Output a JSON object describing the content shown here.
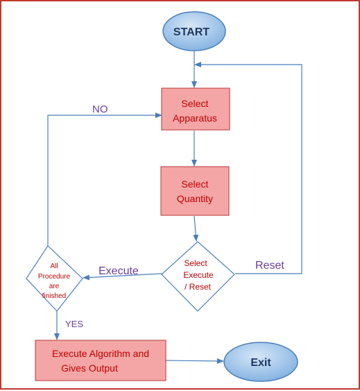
{
  "nodes": {
    "start": {
      "label": "START"
    },
    "select_apparatus": {
      "lines": [
        "Select",
        "Apparatus"
      ]
    },
    "select_quantity": {
      "lines": [
        "Select",
        "Quantity"
      ]
    },
    "select_execute_reset": {
      "lines": [
        "Select",
        "Execute",
        "/ Reset"
      ]
    },
    "all_procedure_finished": {
      "lines": [
        "All",
        "Procedure",
        "are",
        "finished"
      ]
    },
    "execute_algorithm": {
      "lines": [
        "Execute Algorithm and",
        "Gives Output"
      ]
    },
    "exit": {
      "label": "Exit"
    }
  },
  "edge_labels": {
    "no": "NO",
    "execute": "Execute",
    "reset": "Reset",
    "yes": "YES"
  },
  "colors": {
    "process_fill": "#f4a6a6",
    "process_stroke": "#c0504d",
    "terminal_fill": "#9dc3e6",
    "terminal_stroke": "#4a7ebb",
    "arrow": "#4a7ebb",
    "edge_label": "#6a3d9a",
    "node_text": "#c00000",
    "terminal_text": "#1f3864"
  }
}
